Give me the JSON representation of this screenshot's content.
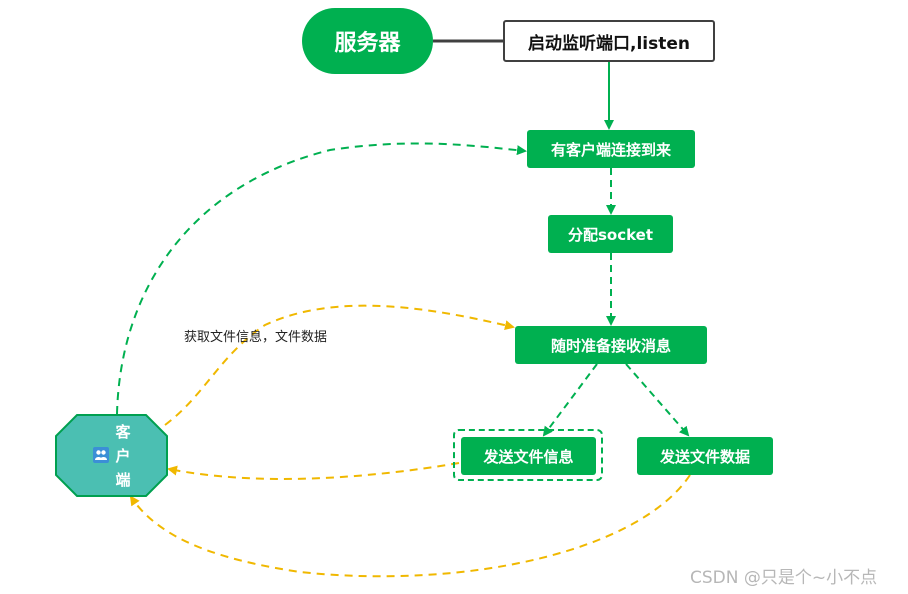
{
  "colors": {
    "green": "#00b050",
    "teal": "#4bbfb2",
    "orange_dashed": "#f0b800",
    "dark": "#404040"
  },
  "nodes": {
    "server": "服务器",
    "listen": "启动监听端口,listen",
    "client_arrive": "有客户端连接到来",
    "alloc_socket": "分配socket",
    "ready_receive": "随时准备接收消息",
    "send_file_info": "发送文件信息",
    "send_file_data": "发送文件数据",
    "client": [
      "客",
      "户",
      "端"
    ]
  },
  "edge_label": "获取文件信息，文件数据",
  "icons": {
    "client_icon": "users-icon"
  },
  "watermark": "CSDN @只是个~小不点"
}
